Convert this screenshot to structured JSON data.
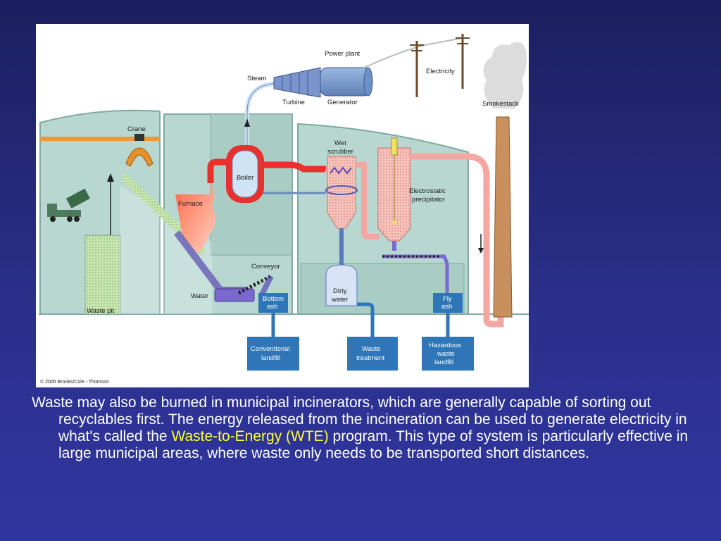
{
  "figure": {
    "labels": {
      "power_plant": "Power plant",
      "electricity": "Electricity",
      "steam": "Steam",
      "turbine": "Turbine",
      "generator": "Generator",
      "smokestack": "Smokestack",
      "crane": "Crane",
      "wet_scrubber_1": "Wet",
      "wet_scrubber_2": "scrubber",
      "boiler": "Boiler",
      "furnace": "Furnace",
      "electrostatic_1": "Electrostatic",
      "electrostatic_2": "precipitator",
      "conveyor": "Conveyor",
      "water": "Water",
      "waste_pit": "Waste pit",
      "bottom_ash_1": "Bottom",
      "bottom_ash_2": "ash",
      "dirty_water_1": "Dirty",
      "dirty_water_2": "water",
      "fly_ash_1": "Fly",
      "fly_ash_2": "ash",
      "conventional_landfill_1": "Conventional",
      "conventional_landfill_2": "landfill",
      "waste_treatment_1": "Waste",
      "waste_treatment_2": "treatment",
      "hazardous_1": "Hazardous",
      "hazardous_2": "waste",
      "hazardous_3": "landfill",
      "copyright": "© 2005 Brooks/Cole - Thomson"
    },
    "colors": {
      "building": "#b7d7d0",
      "hot_pipe": "#e8302c",
      "warm_pipe": "#f4a7a0",
      "ash_box": "#2f76b8",
      "chimney": "#c98f5c",
      "waste": "#bfe0a4"
    }
  },
  "caption": {
    "part1": "Waste may also be burned in municipal incinerators, which are generally capable of sorting out recyclables first. The energy released from the incineration can be used to generate electricity in what's called the ",
    "highlight": "Waste-to-Energy (WTE)",
    "part2": " program. This type of system is particularly effective in large municipal areas, where waste only needs to be transported short distances."
  }
}
